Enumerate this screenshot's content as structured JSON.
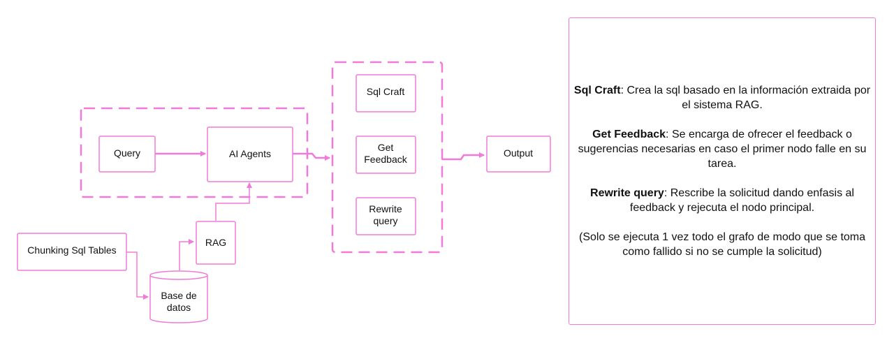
{
  "colors": {
    "accent": "#f07ad7",
    "text": "#111111",
    "background": "#ffffff"
  },
  "nodes": {
    "query": "Query",
    "ai_agents": "AI Agents",
    "sql_craft": "Sql Craft",
    "get_feedback": [
      "Get",
      "Feedback"
    ],
    "rewrite_query": [
      "Rewrite",
      "query"
    ],
    "output": "Output",
    "rag": "RAG",
    "chunking": "Chunking Sql Tables",
    "database": [
      "Base de",
      "datos"
    ]
  },
  "notes": [
    {
      "term": "Sql Craft",
      "text": ": Crea la sql basado en la información extraida por el sistema RAG."
    },
    {
      "term": "Get Feedback",
      "text": ": Se encarga de ofrecer el feedback o sugerencias necesarias en caso el primer nodo falle en su tarea."
    },
    {
      "term": "Rewrite query",
      "text": ": Rescribe la solicitud dando enfasis al feedback y rejecuta el nodo principal."
    },
    {
      "term": "",
      "text": "(Solo se ejecuta 1 vez todo el grafo de modo que se toma como fallido si no se cumple la solicitud)"
    }
  ]
}
